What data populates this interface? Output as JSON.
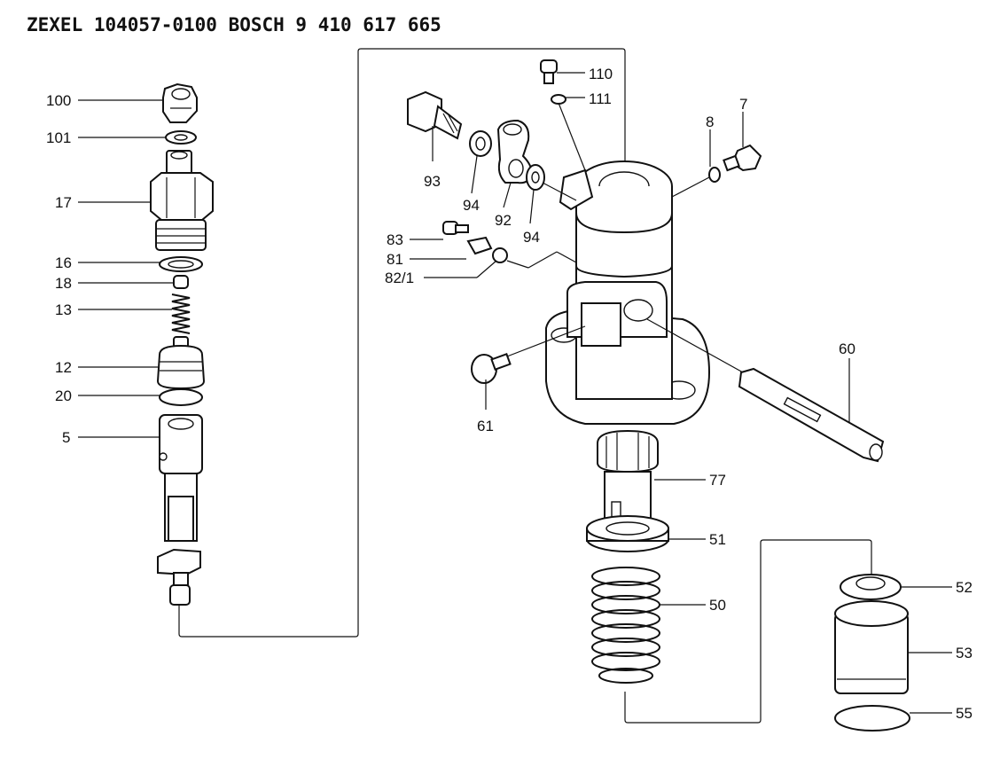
{
  "header": {
    "title": "ZEXEL 104057-0100   BOSCH  9 410 617 665"
  },
  "callouts": {
    "c100": "100",
    "c101": "101",
    "c17": "17",
    "c16": "16",
    "c18": "18",
    "c13": "13",
    "c12": "12",
    "c20": "20",
    "c5": "5",
    "c110": "110",
    "c111": "111",
    "c7": "7",
    "c8": "8",
    "c93": "93",
    "c94a": "94",
    "c92": "92",
    "c94b": "94",
    "c83": "83",
    "c81": "81",
    "c82_1": "82/1",
    "c60": "60",
    "c61": "61",
    "c77": "77",
    "c51": "51",
    "c50": "50",
    "c52": "52",
    "c53": "53",
    "c55": "55"
  }
}
